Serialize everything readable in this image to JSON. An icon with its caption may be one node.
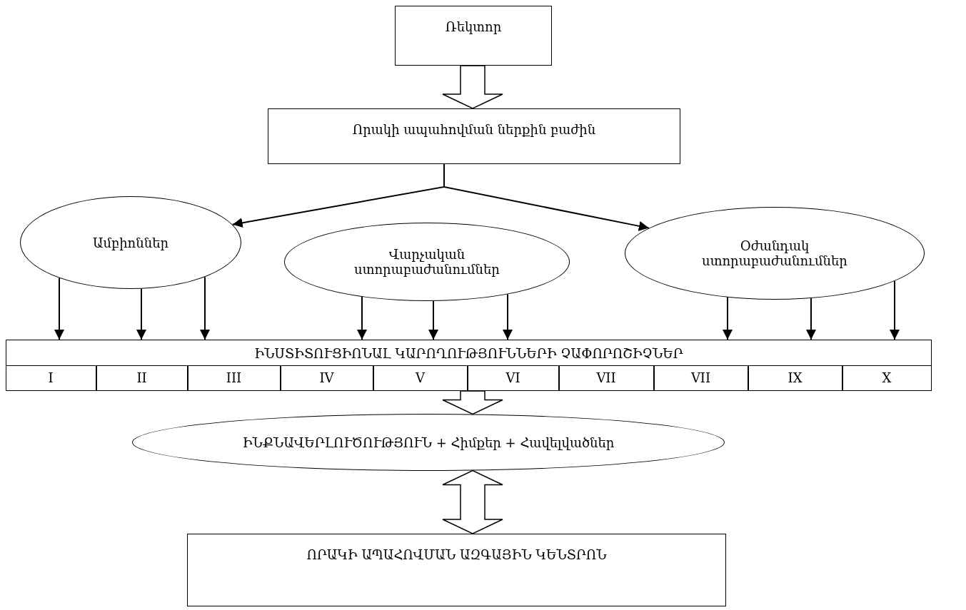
{
  "diagram": {
    "nodes": [
      {
        "text": [
          "Ռեկտոր"
        ]
      },
      {
        "text": [
          "Որակի ապահովման ներքին բաժին"
        ]
      },
      {
        "text": [
          "Ամբիոններ"
        ]
      },
      {
        "text": [
          "Վարչական ստորաբաժանումներ"
        ]
      },
      {
        "text": [
          "Օժանդակ ստորաբաժանումներ"
        ]
      },
      {
        "text": [
          "ԻՆՍՏԻՏՈՒՑԻՈՆԱԼ ԿԱՐՈՂՈՒԹՅՈՒՆՆԵՐԻ ՉԱՓՈՐՈՇԻՉՆԵՐ"
        ]
      },
      {
        "text": [
          "I"
        ],
        "in": 5
      },
      {
        "text": [
          "II"
        ],
        "in": 5
      },
      {
        "text": [
          "III"
        ],
        "in": 5
      },
      {
        "text": [
          "IV"
        ],
        "in": 5
      },
      {
        "text": [
          "V"
        ],
        "in": 5
      },
      {
        "text": [
          "VI"
        ],
        "in": 5
      },
      {
        "text": [
          "VII"
        ],
        "in": 5
      },
      {
        "text": [
          "VII"
        ],
        "in": 5
      },
      {
        "text": [
          "IX"
        ],
        "in": 5
      },
      {
        "text": [
          "X"
        ],
        "in": 5
      },
      {
        "text": [
          "ԻՆՔՆԱՎԵՐԼՈՒԾՈՒԹՅՈՒՆ + Հիմքեր + Հավելվածներ"
        ]
      },
      {
        "text": [
          "ՈՐԱԿԻ ԱՊԱՀՈՎՄԱՆ ԱԶԳԱՅԻՆ ԿԵՆՏՐՈՆ"
        ]
      }
    ],
    "edges": [
      {
        "from": 0,
        "to": 1,
        "arrow": "to",
        "style": "thick"
      },
      {
        "from": 1,
        "to": 2,
        "arrow": "to"
      },
      {
        "from": 1,
        "to": 4,
        "arrow": "to"
      },
      {
        "from": 2,
        "to": 5,
        "arrow": "to"
      },
      {
        "from": 2,
        "to": 5,
        "arrow": "to"
      },
      {
        "from": 2,
        "to": 5,
        "arrow": "to"
      },
      {
        "from": 3,
        "to": 5,
        "arrow": "to"
      },
      {
        "from": 3,
        "to": 5,
        "arrow": "to"
      },
      {
        "from": 3,
        "to": 5,
        "arrow": "to"
      },
      {
        "from": 4,
        "to": 5,
        "arrow": "to"
      },
      {
        "from": 4,
        "to": 5,
        "arrow": "to"
      },
      {
        "from": 4,
        "to": 5,
        "arrow": "to"
      },
      {
        "from": 5,
        "to": 16,
        "arrow": "to",
        "style": "thick"
      },
      {
        "from": 16,
        "to": 17,
        "arrow": "both",
        "style": "thick"
      }
    ]
  }
}
